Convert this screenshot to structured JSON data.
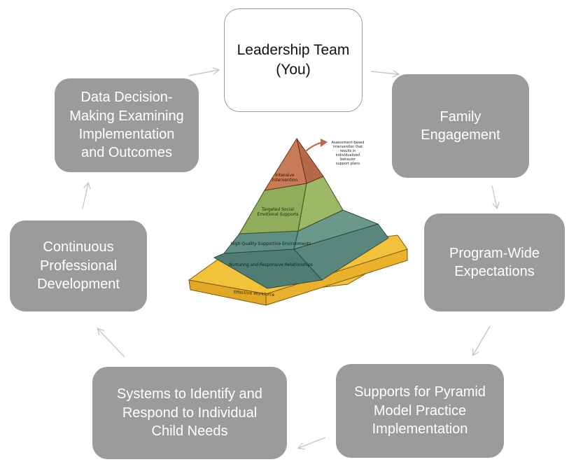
{
  "colors": {
    "box_fill": "#9b9b9b",
    "box_text": "#ffffff",
    "arrow": "#c8c8c8",
    "pyramid_top": "#c97a57",
    "pyramid_middle": "#8fad5a",
    "pyramid_upper_teal": "#5f8f83",
    "pyramid_lower_teal": "#4f7d73",
    "pyramid_base": "#f2c23a"
  },
  "boxes": {
    "leadership": "Leadership Team\n(You)",
    "family": "Family\nEngagement",
    "program_wide": "Program-Wide\nExpectations",
    "supports": "Supports for  Pyramid\nModel Practice\nImplementation",
    "systems": "Systems to Identify and\nRespond to Individual\nChild Needs",
    "continuous": "Continuous\nProfessional\nDevelopment",
    "data_decision": "Data Decision-\nMaking Examining\nImplementation\nand Outcomes"
  },
  "pyramid": {
    "tier_intensive": "Intensive\nIntervention",
    "tier_targeted": "Targeted Social\nEmotional Supports",
    "tier_high_quality": "High Quality Supportive Environments",
    "tier_nurturing": "Nurturing and Responsive Relationships",
    "base": "Effective Workforce",
    "callout": "Assessment-based\nintervention that\nresults in\nindividualized\nbehavior\nsupport plans"
  }
}
